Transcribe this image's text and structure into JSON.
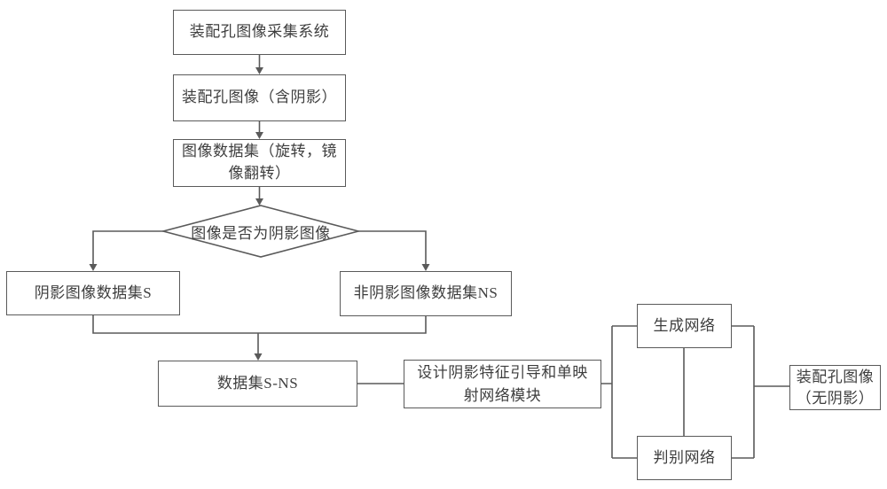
{
  "diagram": {
    "title": "shadow-removal GAN flowchart for assembly-hole images",
    "nodes": {
      "capture": {
        "label": "装配孔图像采集系统",
        "shape": "rect"
      },
      "image_shadow": {
        "label": "装配孔图像（含阴影）",
        "shape": "rect"
      },
      "dataset": {
        "label": "图像数据集（旋转，镜像翻转）",
        "shape": "rect"
      },
      "decision": {
        "label": "图像是否为阴影图像",
        "shape": "diamond"
      },
      "shadow_set": {
        "label": "阴影图像数据集S",
        "shape": "rect"
      },
      "nonshadow_set": {
        "label": "非阴影图像数据集NS",
        "shape": "rect"
      },
      "merged_set": {
        "label": "数据集S-NS",
        "shape": "rect"
      },
      "design_module": {
        "label": "设计阴影特征引导和单映射网络模块",
        "shape": "rect"
      },
      "generator": {
        "label": "生成网络",
        "shape": "rect"
      },
      "discriminator": {
        "label": "判别网络",
        "shape": "rect"
      },
      "output": {
        "label": "装配孔图像（无阴影）",
        "shape": "rect"
      }
    },
    "colors": {
      "line": "#5a5a5a",
      "text": "#3e3e3e",
      "background": "#ffffff"
    }
  }
}
